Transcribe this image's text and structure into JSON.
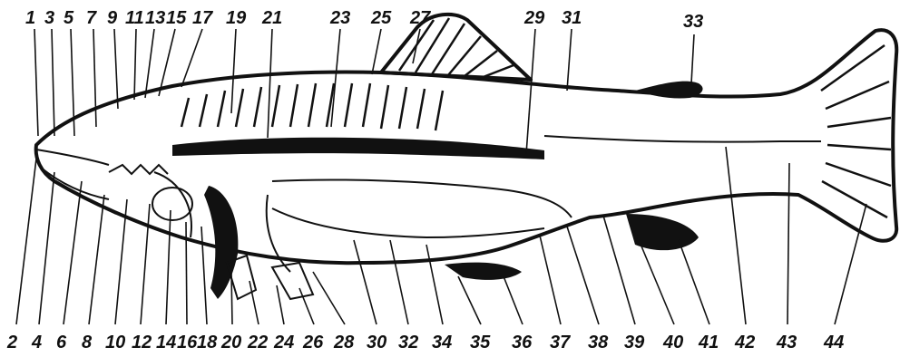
{
  "diagram": {
    "top_labels": [
      "1",
      "3",
      "5",
      "7",
      "9",
      "11",
      "13",
      "15",
      "17",
      "19",
      "21",
      "23",
      "25",
      "27",
      "29",
      "31",
      "33"
    ],
    "bottom_labels": [
      "2",
      "4",
      "6",
      "8",
      "10",
      "12",
      "14",
      "16",
      "18",
      "20",
      "22",
      "24",
      "26",
      "28",
      "30",
      "32",
      "34",
      "35",
      "36",
      "37",
      "38",
      "39",
      "40",
      "41",
      "42",
      "43",
      "44"
    ]
  }
}
